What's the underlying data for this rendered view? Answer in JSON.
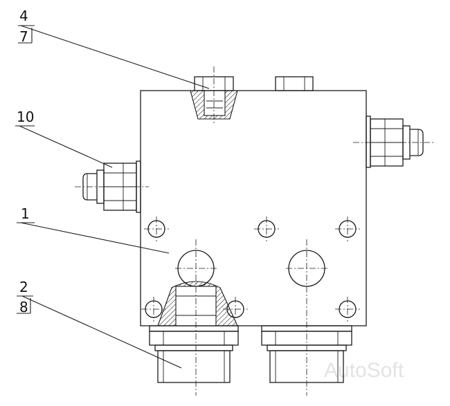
{
  "callouts": {
    "c4": "4",
    "c7": "7",
    "c10": "10",
    "c1": "1",
    "c2": "2",
    "c8": "8"
  },
  "watermark": "AutoSoft"
}
